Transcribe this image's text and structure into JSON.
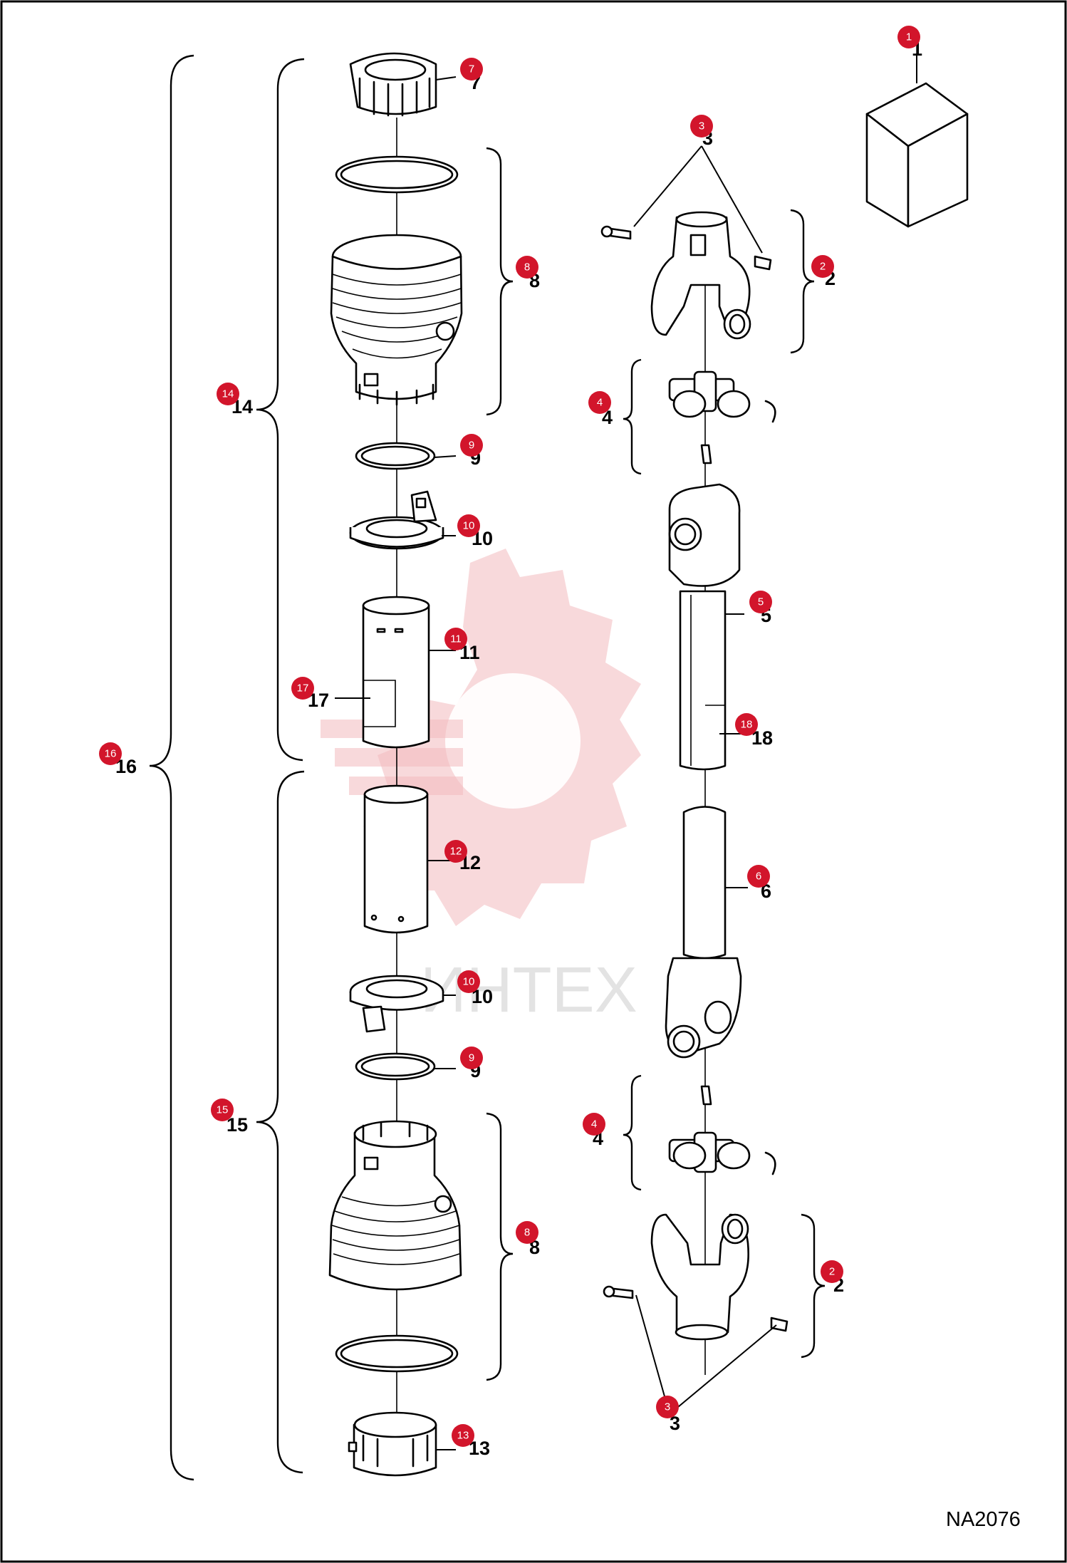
{
  "diagram": {
    "drawing_code": "NA2076",
    "watermark_text": "ИНТЕХ",
    "badge_color": "#d2152b",
    "parts": [
      {
        "id": "p1",
        "label": "1"
      },
      {
        "id": "p2a",
        "label": "2"
      },
      {
        "id": "p2b",
        "label": "2"
      },
      {
        "id": "p3a",
        "label": "3"
      },
      {
        "id": "p3b",
        "label": "3"
      },
      {
        "id": "p4a",
        "label": "4"
      },
      {
        "id": "p4b",
        "label": "4"
      },
      {
        "id": "p5",
        "label": "5"
      },
      {
        "id": "p6",
        "label": "6"
      },
      {
        "id": "p7",
        "label": "7"
      },
      {
        "id": "p8a",
        "label": "8"
      },
      {
        "id": "p8b",
        "label": "8"
      },
      {
        "id": "p9a",
        "label": "9"
      },
      {
        "id": "p9b",
        "label": "9"
      },
      {
        "id": "p10a",
        "label": "10"
      },
      {
        "id": "p10b",
        "label": "10"
      },
      {
        "id": "p11",
        "label": "11"
      },
      {
        "id": "p12",
        "label": "12"
      },
      {
        "id": "p13",
        "label": "13"
      },
      {
        "id": "p14",
        "label": "14"
      },
      {
        "id": "p15",
        "label": "15"
      },
      {
        "id": "p16",
        "label": "16"
      },
      {
        "id": "p17",
        "label": "17"
      },
      {
        "id": "p18",
        "label": "18"
      }
    ]
  }
}
